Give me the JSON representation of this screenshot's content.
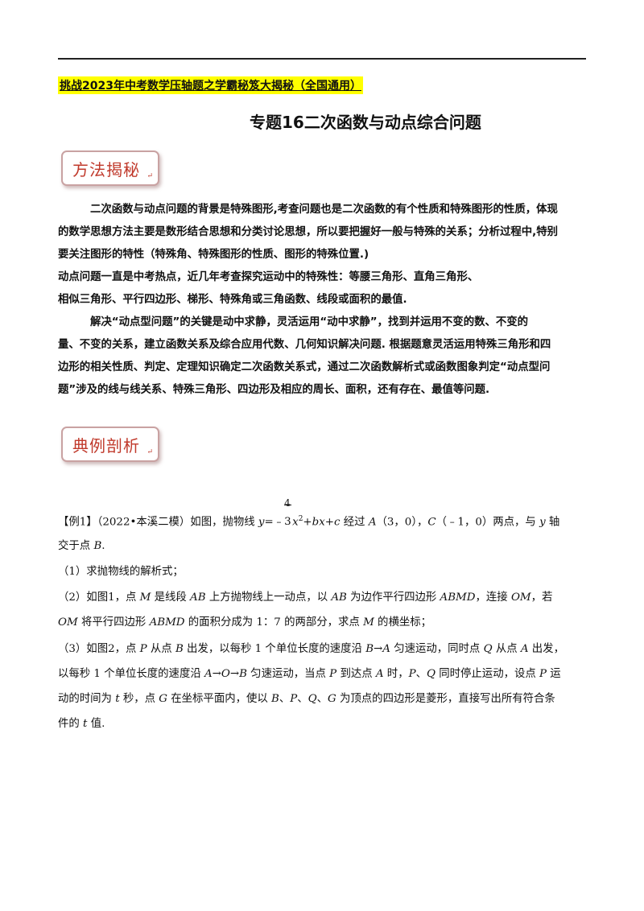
{
  "header": {
    "banner": "挑战2023年中考数学压轴题之学霸秘笈大揭秘（全国通用）",
    "title": "专题16二次函数与动点综合问题"
  },
  "sections": {
    "method": "方法揭秘",
    "example": "典例剖析",
    "mark": "↵"
  },
  "method_lines": [
    "二次函数与动点问题的背景是特殊图形,考查问题也是二次函数的有个性质和特殊图形的性质，体现",
    "的数学思想方法主要是数形结合思想和分类讨论思想，所以要把握好一般与特殊的关系；分析过程中,特别",
    "要关注图形的特性（特殊角、特殊图形的性质、图形的特殊位置.)",
    "动点问题一直是中考热点，近几年考查探究运动中的特殊性：等腰三角形、直角三角形、",
    "相似三角形、平行四边形、梯形、特殊角或三角函数、线段或面积的最值.",
    "解决“动点型问题”的关键是动中求静，灵活运用“动中求静”，找到并运用不变的数、不变的",
    "量、不变的关系，建立函数关系及综合应用代数、几何知识解决问题. 根据题意灵活运用特殊三角形和四",
    "边形的相关性质、判定、定理知识确定二次函数关系式，通过二次函数解析式或函数图象判定“动点型问",
    "题”涉及的线与线关系、特殊三角形、四边形及相应的周长、面积，还有存在、最值等问题."
  ],
  "example": {
    "l1_a": "【例1】（2022•本溪二模）如图，抛物线 ",
    "y": "y",
    "eq": "=﹣",
    "frac_num": "4",
    "frac_den": "3",
    "x": "x",
    "sup2": "2",
    "plus1": "+",
    "b": "b",
    "x2": "x",
    "plus2": "+",
    "c": "c",
    "l1_b": " 经过 ",
    "A": "A",
    "l1_c": "（3，0），",
    "C": "C",
    "l1_d": "（﹣1，0）两点，与 ",
    "y2": "y",
    "l1_e": " 轴",
    "l2_a": "交于点 ",
    "B": "B",
    "l2_b": ".",
    "l3": "（1）求抛物线的解析式；",
    "l4_a": "（2）如图1，点 ",
    "M": "M",
    "l4_b": " 是线段 ",
    "AB": "AB",
    "l4_c": " 上方抛物线上一动点，以 ",
    "AB2": "AB",
    "l4_d": " 为边作平行四边形 ",
    "ABMD": "ABMD",
    "l4_e": "，连接 ",
    "OM": "OM",
    "l4_f": "，若",
    "OM2": "OM",
    "l5_a": " 将平行四边形 ",
    "ABMD2": "ABMD",
    "l5_b": " 的面积分成为 1：7 的两部分，求点 ",
    "M2": "M",
    "l5_c": " 的横坐标；",
    "l6_a": "（3）如图2，点 ",
    "P": "P",
    "l6_b": " 从点 ",
    "B2": "B",
    "l6_c": " 出发，以每秒 1 个单位长度的速度沿 ",
    "BA": "B→A",
    "l6_d": " 匀速运动，同时点 ",
    "Q": "Q",
    "l6_e": " 从点 ",
    "A2": "A",
    "l6_f": " 出发，",
    "l7_a": "以每秒 1 个单位长度的速度沿 ",
    "AOB": "A→O→B",
    "l7_b": " 匀速运动，当点 ",
    "P2": "P",
    "l7_c": " 到达点 ",
    "A3": "A",
    "l7_d": " 时，",
    "P3": "P",
    "l7_e": "、",
    "Q2": "Q",
    "l7_f": " 同时停止运动，设点 ",
    "P4": "P",
    "l7_g": " 运",
    "l8_a": "动的时间为 ",
    "t": "t",
    "l8_b": " 秒，点 ",
    "G": "G",
    "l8_c": " 在坐标平面内，使以 ",
    "B3": "B",
    "l8_d": "、",
    "P5": "P",
    "l8_e": "、",
    "Q3": "Q",
    "l8_f": "、",
    "G2": "G",
    "l8_g": " 为顶点的四边形是菱形，直接写出所有符合条",
    "l9_a": "件的 ",
    "t2": "t",
    "l9_b": " 值."
  }
}
